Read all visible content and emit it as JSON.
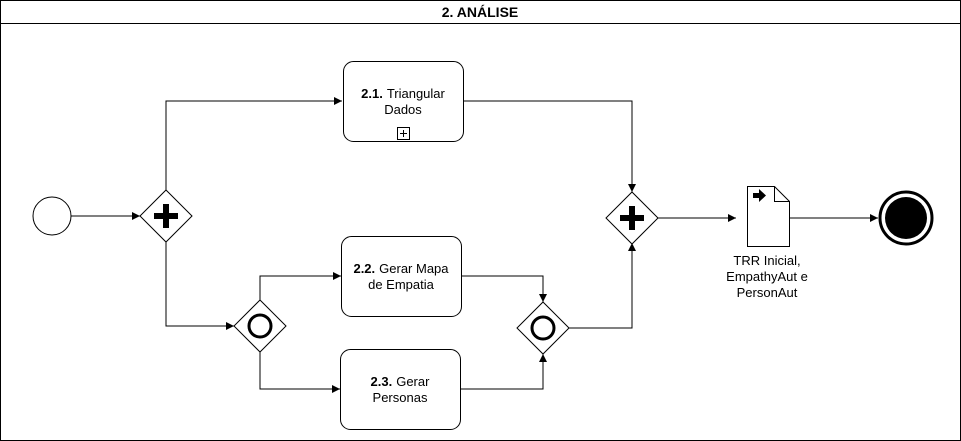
{
  "pool": {
    "title": "2. ANÁLISE"
  },
  "tasks": {
    "t21": {
      "num": "2.1.",
      "line1": "Triangular",
      "line2": "Dados"
    },
    "t22": {
      "num": "2.2.",
      "line1": "Gerar Mapa",
      "line2": "de Empatia"
    },
    "t23": {
      "num": "2.3.",
      "line1": "Gerar",
      "line2": "Personas"
    }
  },
  "artifact": {
    "line1": "TRR Inicial,",
    "line2": "EmpathyAut e",
    "line3": "PersonAut"
  },
  "gateways": {
    "split_parallel": "parallel-gateway-icon",
    "join_parallel": "parallel-gateway-icon",
    "split_inclusive": "inclusive-gateway-icon",
    "join_inclusive": "inclusive-gateway-icon"
  },
  "colors": {
    "stroke": "#000000",
    "fill": "#ffffff"
  }
}
